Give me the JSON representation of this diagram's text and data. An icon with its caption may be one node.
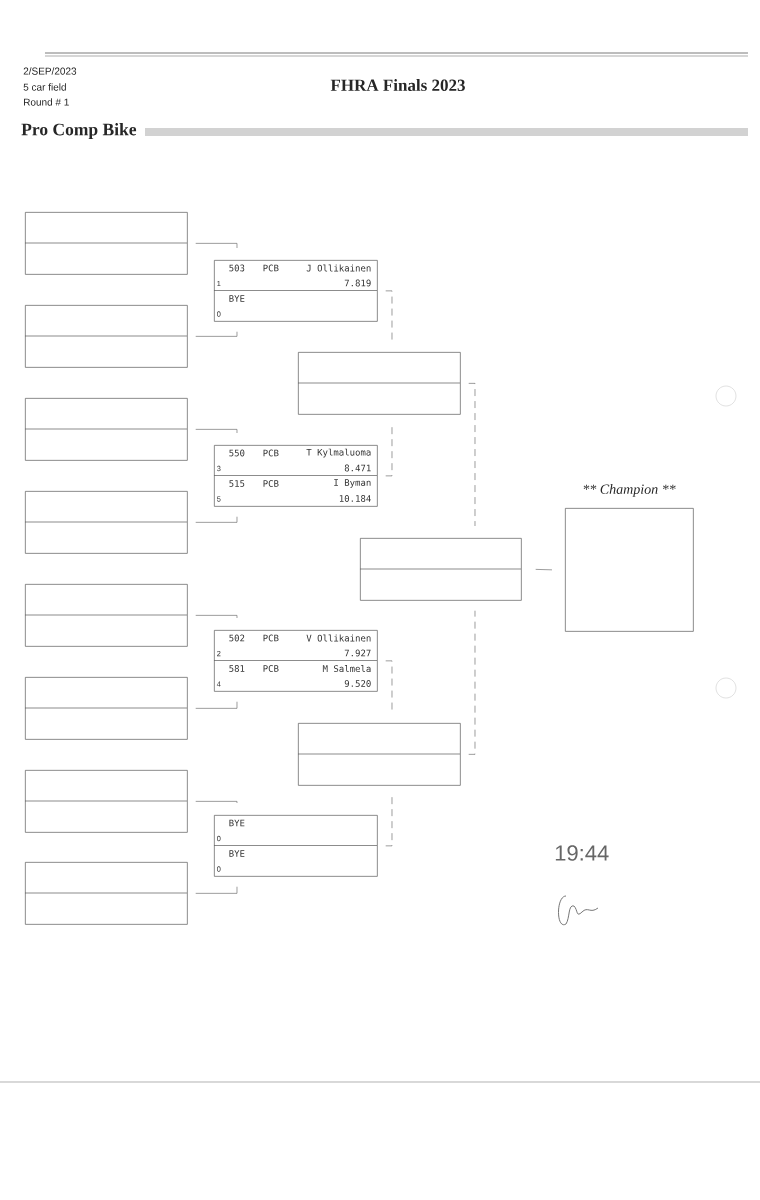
{
  "diagram": {
    "title": "FHRA Finals 2023",
    "nodes": [
      {
        "text": [],
        "shape": "box"
      },
      {
        "text": [],
        "shape": "box"
      },
      {
        "text": [],
        "shape": "box"
      },
      {
        "text": [],
        "shape": "box"
      },
      {
        "text": [],
        "shape": "box"
      },
      {
        "text": [],
        "shape": "box"
      },
      {
        "text": [],
        "shape": "box"
      },
      {
        "text": [],
        "shape": "box"
      },
      {
        "text": [
          "503",
          "PCB",
          "J Ollikainen",
          "1",
          "7.819",
          "BYE",
          "0"
        ]
      },
      {
        "text": [
          "550",
          "PCB",
          "T Kylmaluoma",
          "3",
          "8.471",
          "515",
          "PCB",
          "I Byman",
          "5",
          "10.184"
        ]
      },
      {
        "text": [
          "502",
          "PCB",
          "V Ollikainen",
          "2",
          "7.927",
          "581",
          "PCB",
          "M Salmela",
          "4",
          "9.520"
        ]
      },
      {
        "text": [
          "BYE",
          "0",
          "BYE",
          "0"
        ]
      },
      {
        "text": [],
        "shape": "box"
      },
      {
        "text": [],
        "shape": "box"
      },
      {
        "text": [],
        "shape": "box"
      },
      {
        "text": [
          "** Champion **"
        ]
      }
    ],
    "edges": [
      {
        "from": 0,
        "to": 8,
        "arrow": "none"
      },
      {
        "from": 1,
        "to": 8,
        "arrow": "none"
      },
      {
        "from": 2,
        "to": 9,
        "arrow": "none"
      },
      {
        "from": 3,
        "to": 9,
        "arrow": "none"
      },
      {
        "from": 4,
        "to": 10,
        "arrow": "none"
      },
      {
        "from": 5,
        "to": 10,
        "arrow": "none"
      },
      {
        "from": 6,
        "to": 11,
        "arrow": "none"
      },
      {
        "from": 7,
        "to": 11,
        "arrow": "none"
      },
      {
        "from": 8,
        "to": 12,
        "arrow": "none",
        "style": "dashed"
      },
      {
        "from": 9,
        "to": 12,
        "arrow": "none",
        "style": "dashed"
      },
      {
        "from": 10,
        "to": 13,
        "arrow": "none",
        "style": "dashed"
      },
      {
        "from": 11,
        "to": 13,
        "arrow": "none",
        "style": "dashed"
      },
      {
        "from": 12,
        "to": 14,
        "arrow": "none",
        "style": "dashed"
      },
      {
        "from": 13,
        "to": 14,
        "arrow": "none",
        "style": "dashed"
      },
      {
        "from": 14,
        "to": 15,
        "arrow": "none"
      }
    ],
    "labels": [
      "2/SEP/2023",
      "5 car field",
      "Round # 1",
      "Pro Comp Bike",
      "19:44"
    ]
  }
}
